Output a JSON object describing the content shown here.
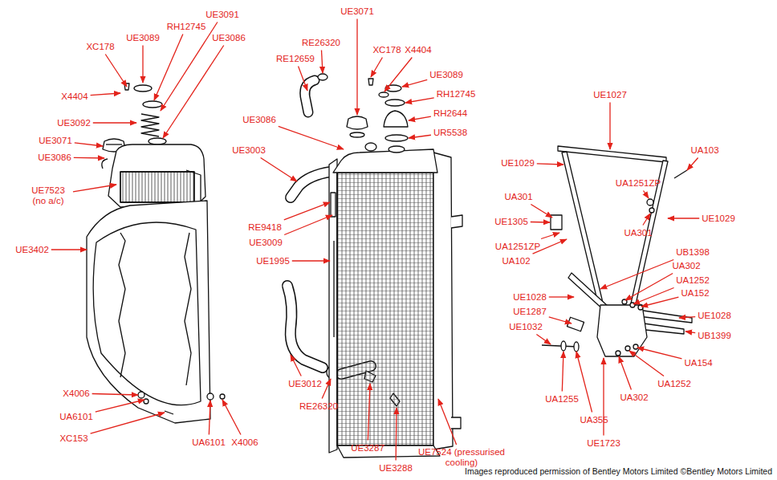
{
  "diagram": {
    "caption": "Images reproduced permission of Bentley Motors Limited ©Bentley Motors Limited",
    "labels": [
      "XC178",
      "UE3089",
      "RH12745",
      "UE3091",
      "UE3086",
      "X4404",
      "UE3092",
      "UE3071",
      "UE3086",
      "UE7523 (no a/c)",
      "UE3402",
      "X4006",
      "UA6101",
      "XC153",
      "UA6101",
      "X4006",
      "RE12659",
      "RE26320",
      "UE3071",
      "XC178",
      "X4404",
      "UE3089",
      "RH12745",
      "RH2644",
      "UR5538",
      "UE3086",
      "UE3003",
      "RE9418",
      "UE3009",
      "UE1995",
      "UE3012",
      "RE26320",
      "UE3287",
      "UE3288",
      "UE7524 (pressurised cooling)",
      "UE1027",
      "UA103",
      "UE1029",
      "UA1251ZP",
      "UA301",
      "UE1305",
      "UE1029",
      "UA301",
      "UA1251ZP",
      "UA102",
      "UB1398",
      "UA302",
      "UA1252",
      "UA152",
      "UE1028",
      "UE1028",
      "UE1287",
      "UE1032",
      "UB1399",
      "UA154",
      "UA1252",
      "UA302",
      "UA1255",
      "UA355",
      "UE1723"
    ]
  }
}
